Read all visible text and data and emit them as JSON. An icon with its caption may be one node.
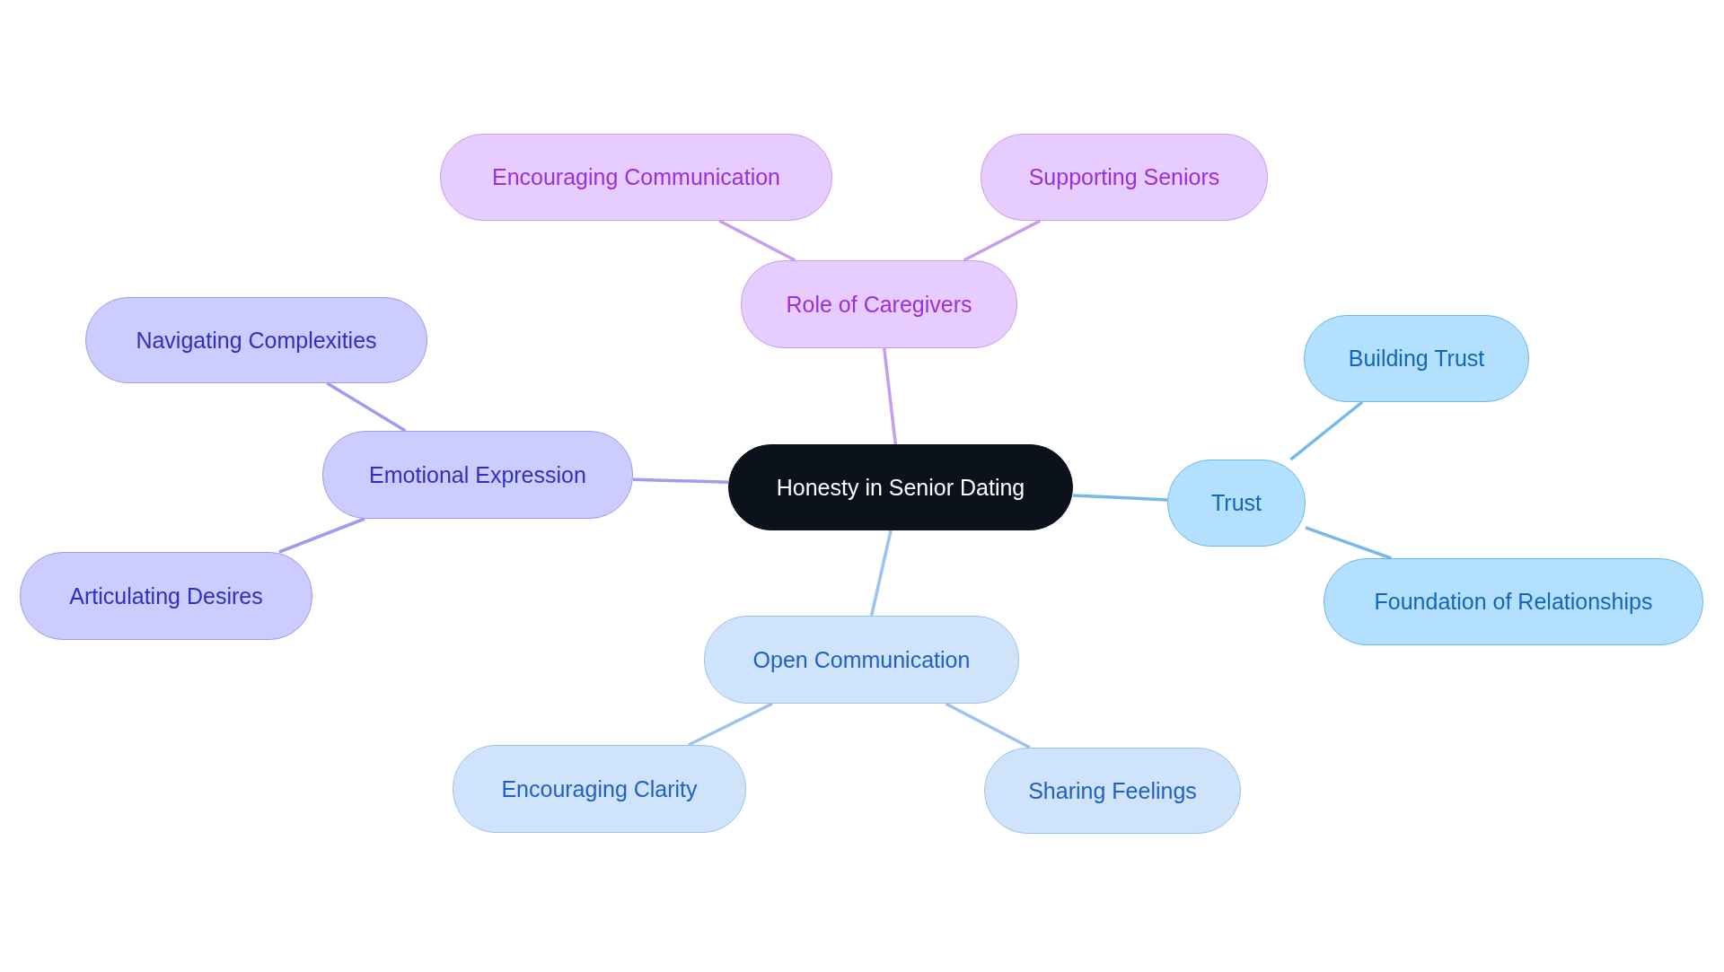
{
  "diagram": {
    "nodes": [
      {
        "text": [
          "Honesty in Senior Dating"
        ]
      },
      {
        "text": [
          "Role of Caregivers"
        ]
      },
      {
        "text": [
          "Encouraging Communication"
        ]
      },
      {
        "text": [
          "Supporting Seniors"
        ]
      },
      {
        "text": [
          "Trust"
        ]
      },
      {
        "text": [
          "Building Trust"
        ]
      },
      {
        "text": [
          "Foundation of Relationships"
        ]
      },
      {
        "text": [
          "Open Communication"
        ]
      },
      {
        "text": [
          "Encouraging Clarity"
        ]
      },
      {
        "text": [
          "Sharing Feelings"
        ]
      },
      {
        "text": [
          "Emotional Expression"
        ]
      },
      {
        "text": [
          "Navigating Complexities"
        ]
      },
      {
        "text": [
          "Articulating Desires"
        ]
      }
    ],
    "edges": [
      {
        "from": 0,
        "to": 1,
        "arrow": "none",
        "color": "#c89cf0"
      },
      {
        "from": 1,
        "to": 2,
        "arrow": "none",
        "color": "#c89cf0"
      },
      {
        "from": 1,
        "to": 3,
        "arrow": "none",
        "color": "#c89cf0"
      },
      {
        "from": 0,
        "to": 4,
        "arrow": "none",
        "color": "#74b9ec"
      },
      {
        "from": 4,
        "to": 5,
        "arrow": "none",
        "color": "#74b9ec"
      },
      {
        "from": 4,
        "to": 6,
        "arrow": "none",
        "color": "#74b9ec"
      },
      {
        "from": 0,
        "to": 7,
        "arrow": "none",
        "color": "#9cc3f0"
      },
      {
        "from": 7,
        "to": 8,
        "arrow": "none",
        "color": "#9cc3f0"
      },
      {
        "from": 7,
        "to": 9,
        "arrow": "none",
        "color": "#9cc3f0"
      },
      {
        "from": 0,
        "to": 10,
        "arrow": "none",
        "color": "#9d9cf0"
      },
      {
        "from": 10,
        "to": 11,
        "arrow": "none",
        "color": "#9d9cf0"
      },
      {
        "from": 10,
        "to": 12,
        "arrow": "none",
        "color": "#9d9cf0"
      }
    ]
  }
}
